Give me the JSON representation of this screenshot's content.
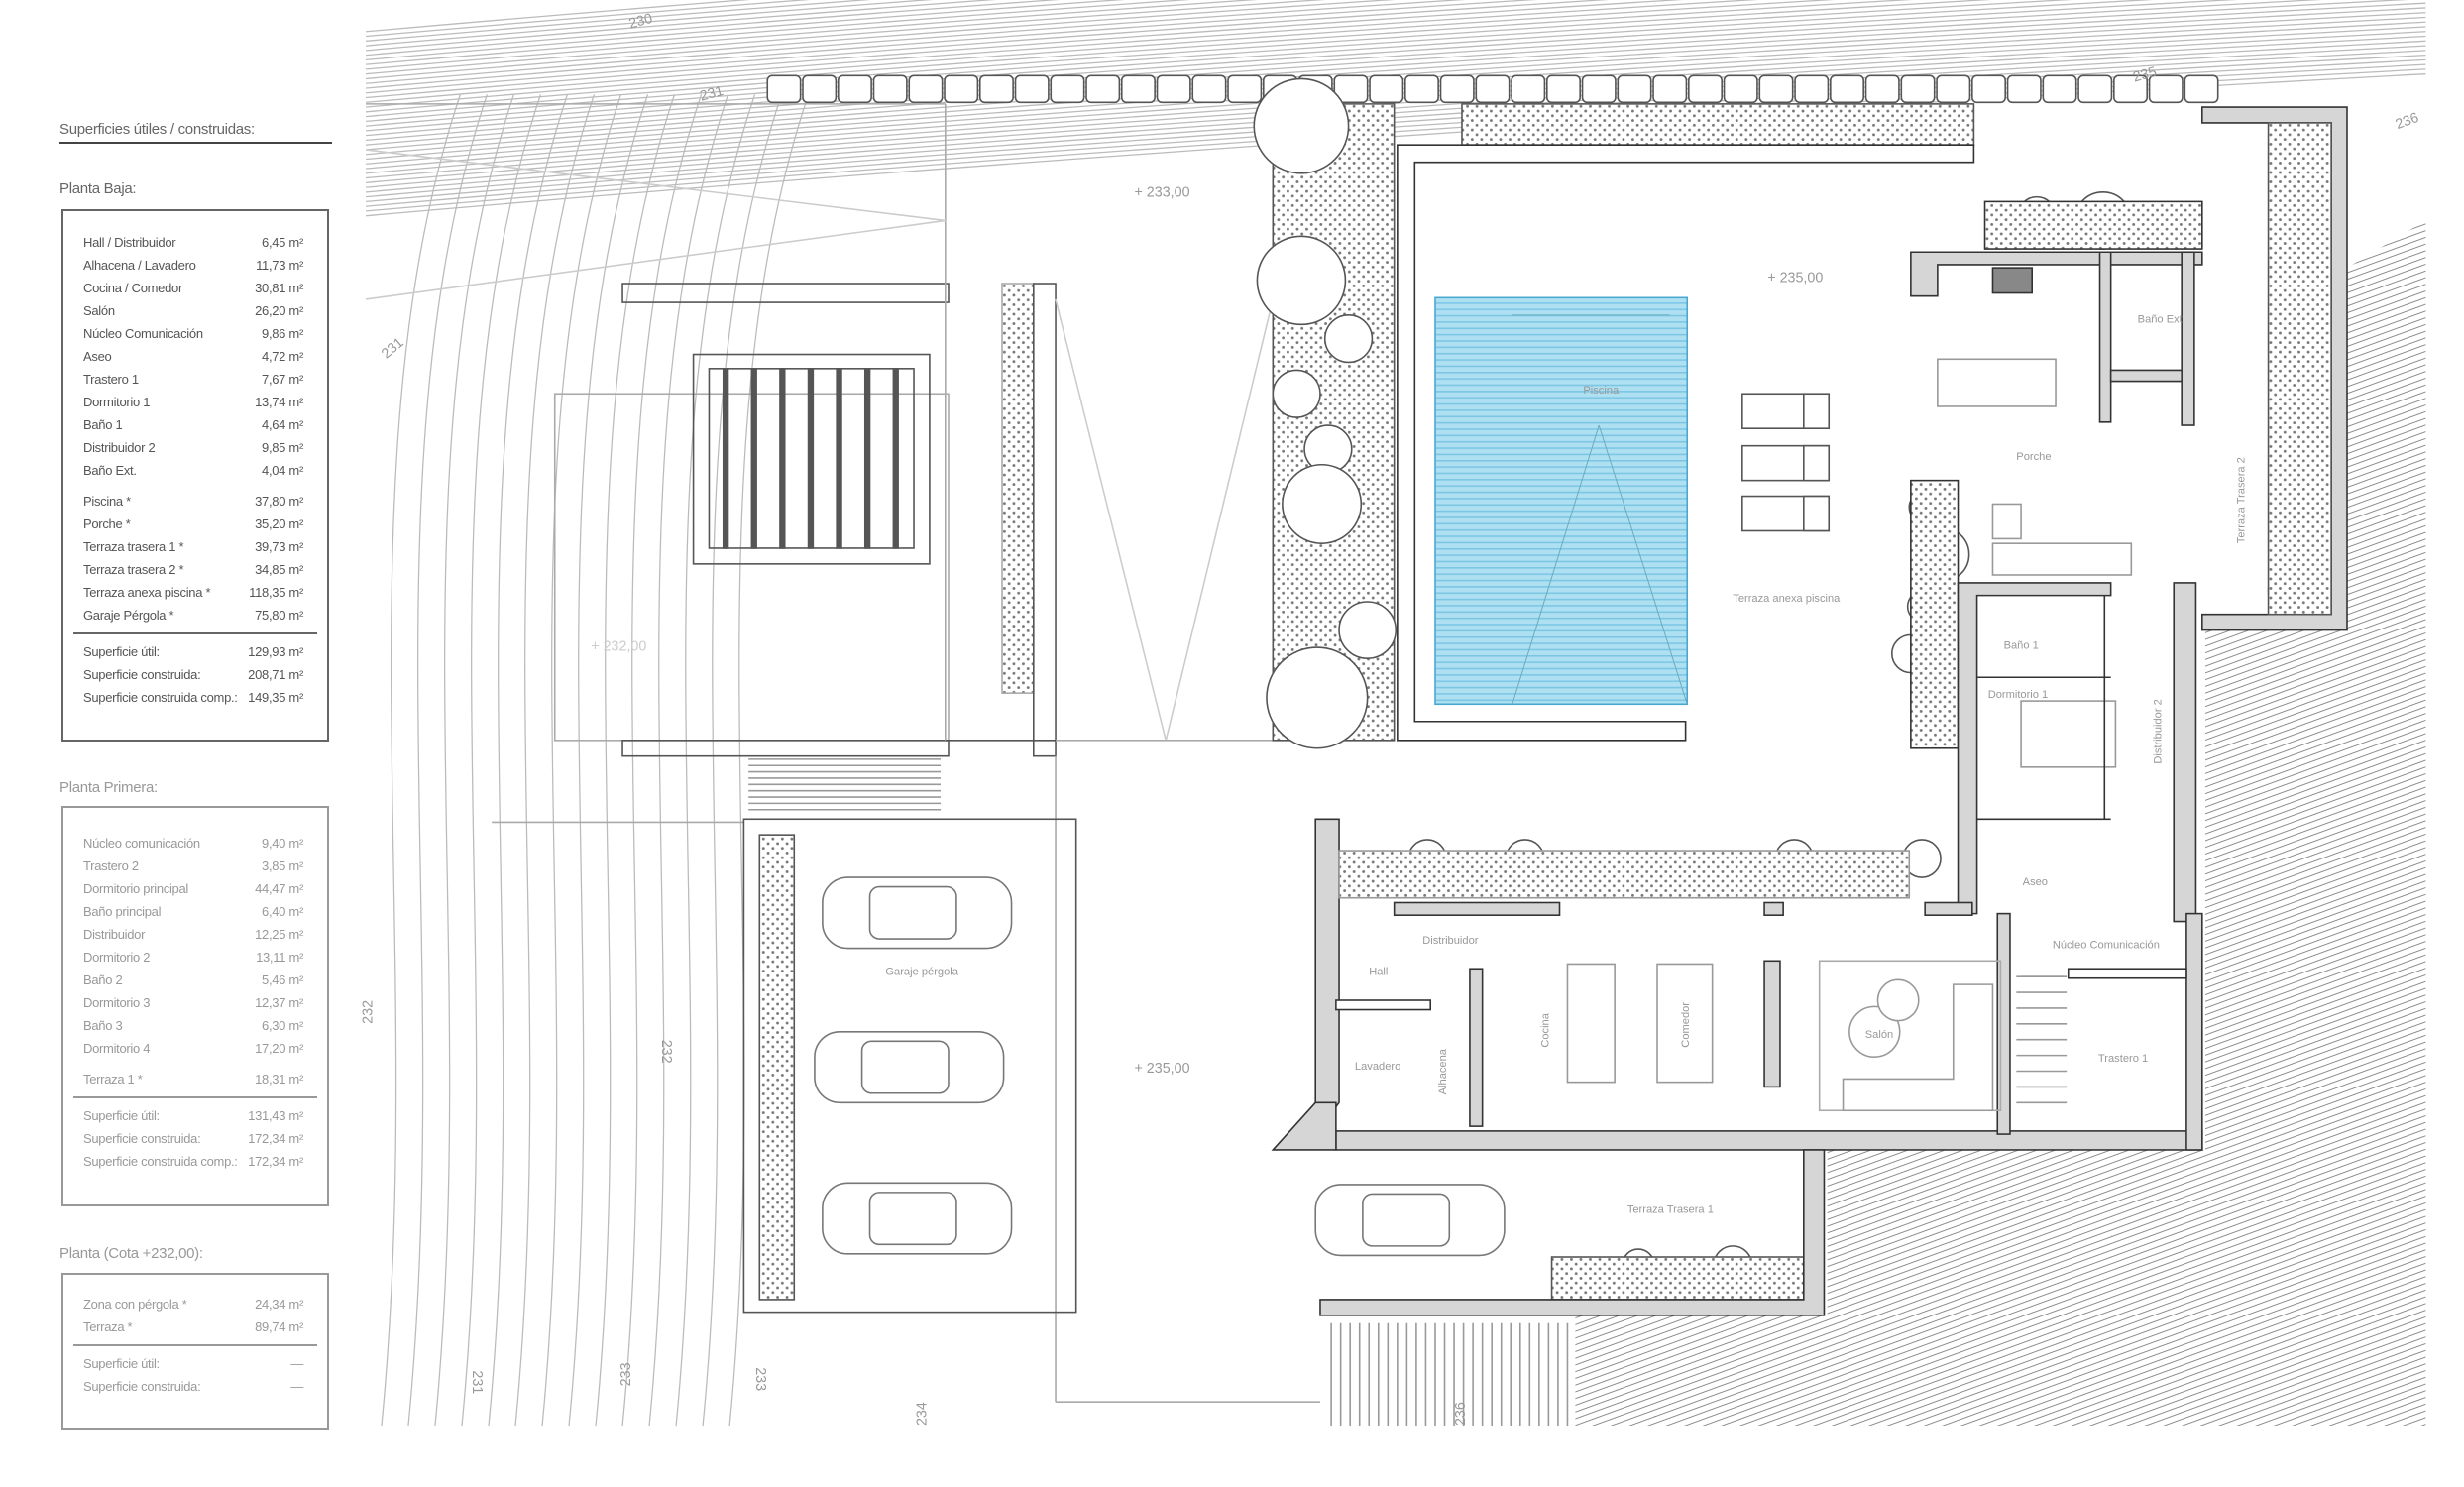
{
  "legend": {
    "title": "Superficies útiles / construidas:",
    "planta_baja": {
      "label": "Planta Baja:",
      "rooms": [
        {
          "name": "Hall / Distribuidor",
          "area": "6,45 m²"
        },
        {
          "name": "Alhacena / Lavadero",
          "area": "11,73 m²"
        },
        {
          "name": "Cocina / Comedor",
          "area": "30,81 m²"
        },
        {
          "name": "Salón",
          "area": "26,20 m²"
        },
        {
          "name": "Núcleo Comunicación",
          "area": "9,86 m²"
        },
        {
          "name": "Aseo",
          "area": "4,72 m²"
        },
        {
          "name": "Trastero 1",
          "area": "7,67 m²"
        },
        {
          "name": "Dormitorio 1",
          "area": "13,74 m²"
        },
        {
          "name": "Baño 1",
          "area": "4,64 m²"
        },
        {
          "name": "Distribuidor 2",
          "area": "9,85 m²"
        },
        {
          "name": "Baño Ext.",
          "area": "4,04 m²"
        }
      ],
      "exterior": [
        {
          "name": "Piscina *",
          "area": "37,80 m²"
        },
        {
          "name": "Porche *",
          "area": "35,20 m²"
        },
        {
          "name": "Terraza trasera 1 *",
          "area": "39,73 m²"
        },
        {
          "name": "Terraza trasera 2 *",
          "area": "34,85 m²"
        },
        {
          "name": "Terraza anexa piscina *",
          "area": "118,35 m²"
        },
        {
          "name": "Garaje Pérgola *",
          "area": "75,80 m²"
        }
      ],
      "totals": [
        {
          "name": "Superficie útil:",
          "area": "129,93 m²"
        },
        {
          "name": "Superficie construida:",
          "area": "208,71 m²"
        },
        {
          "name": "Superficie construida comp.:",
          "area": "149,35 m²"
        }
      ]
    },
    "planta_primera": {
      "label": "Planta Primera:",
      "rooms": [
        {
          "name": "Núcleo comunicación",
          "area": "9,40 m²"
        },
        {
          "name": "Trastero 2",
          "area": "3,85 m²"
        },
        {
          "name": "Dormitorio principal",
          "area": "44,47 m²"
        },
        {
          "name": "Baño principal",
          "area": "6,40 m²"
        },
        {
          "name": "Distribuidor",
          "area": "12,25 m²"
        },
        {
          "name": "Dormitorio 2",
          "area": "13,11 m²"
        },
        {
          "name": "Baño 2",
          "area": "5,46 m²"
        },
        {
          "name": "Dormitorio 3",
          "area": "12,37 m²"
        },
        {
          "name": "Baño 3",
          "area": "6,30 m²"
        },
        {
          "name": "Dormitorio 4",
          "area": "17,20 m²"
        }
      ],
      "exterior": [
        {
          "name": "Terraza 1 *",
          "area": "18,31 m²"
        }
      ],
      "totals": [
        {
          "name": "Superficie útil:",
          "area": "131,43 m²"
        },
        {
          "name": "Superficie construida:",
          "area": "172,34 m²"
        },
        {
          "name": "Superficie construida comp.:",
          "area": "172,34 m²"
        }
      ]
    },
    "planta_cota": {
      "label": "Planta (Cota +232,00):",
      "exterior": [
        {
          "name": "Zona con pérgola *",
          "area": "24,34 m²"
        },
        {
          "name": "Terraza *",
          "area": "89,74 m²"
        }
      ],
      "totals": [
        {
          "name": "Superficie útil:",
          "area": "—"
        },
        {
          "name": "Superficie construida:",
          "area": "—"
        }
      ]
    }
  },
  "plan": {
    "rooms": {
      "piscina": "Piscina",
      "terraza_anexa": "Terraza anexa piscina",
      "porche": "Porche",
      "bano_ext": "Baño Ext.",
      "terraza_trasera_2": "Terraza Trasera 2",
      "bano_1": "Baño 1",
      "dormitorio_1": "Dormitorio 1",
      "distribuidor_2": "Distribuidor 2",
      "aseo": "Aseo",
      "nucleo": "Núcleo Comunicación",
      "distribuidor": "Distribuidor",
      "hall": "Hall",
      "lavadero": "Lavadero",
      "alhacena": "Alhacena",
      "cocina": "Cocina",
      "comedor": "Comedor",
      "salon": "Salón",
      "trastero_1": "Trastero 1",
      "terraza_trasera_1": "Terraza Trasera 1",
      "garaje": "Garaje pérgola"
    },
    "levels": {
      "upper_left": "+ 233,00",
      "pool_terrace": "+ 235,00",
      "lower_left": "+ 232,00",
      "driveway": "+ 235,00"
    },
    "contours": [
      "230",
      "231",
      "231",
      "235",
      "236",
      "232",
      "232",
      "233",
      "233",
      "234",
      "231",
      "236"
    ],
    "colors": {
      "pool": "#aee0f2",
      "pool_lines": "#7cc6e4",
      "wall": "#d6d6d6",
      "line": "#333333"
    }
  }
}
